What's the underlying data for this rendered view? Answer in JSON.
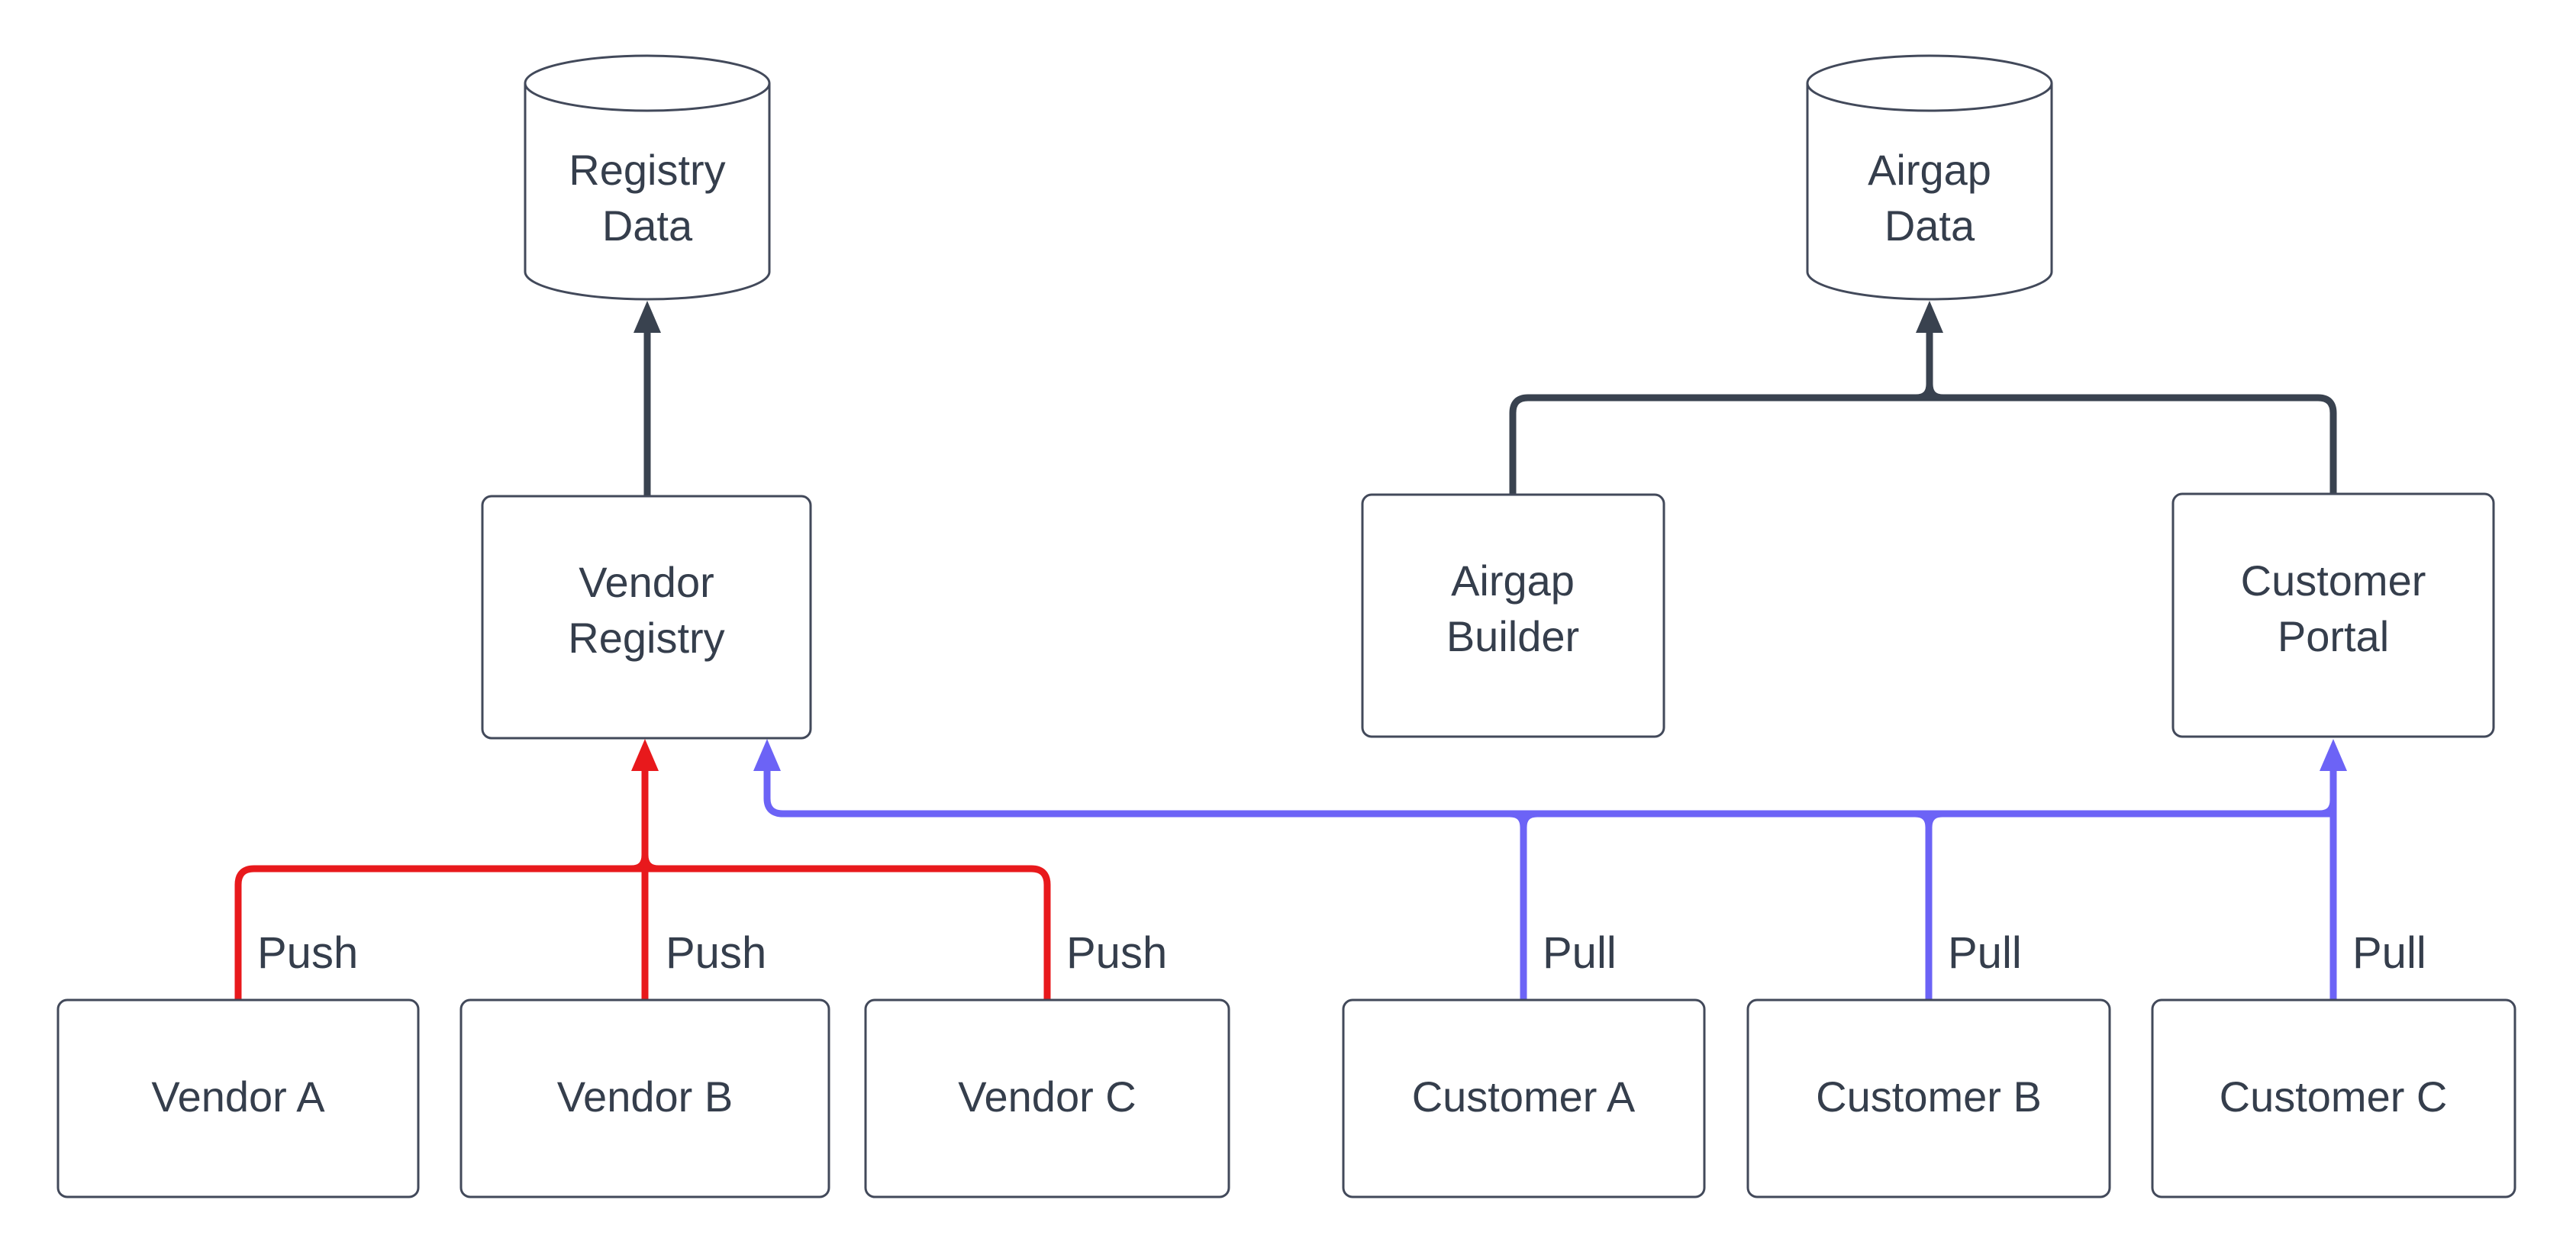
{
  "diagram": {
    "title": "",
    "colors": {
      "push": "#e8191c",
      "pull": "#6c63f6",
      "dark": "#39424f",
      "text": "#353e4c",
      "node_border": "#42495a",
      "node_fill": "#ffffff",
      "background": "#ffffff"
    },
    "nodes": {
      "registry_data": {
        "type": "cylinder",
        "lines": [
          "Registry",
          "Data"
        ]
      },
      "airgap_data": {
        "type": "cylinder",
        "lines": [
          "Airgap",
          "Data"
        ]
      },
      "vendor_registry": {
        "type": "box",
        "lines": [
          "Vendor",
          "Registry"
        ]
      },
      "airgap_builder": {
        "type": "box",
        "lines": [
          "Airgap",
          "Builder"
        ]
      },
      "customer_portal": {
        "type": "box",
        "lines": [
          "Customer",
          "Portal"
        ]
      },
      "vendor_a": {
        "type": "box",
        "lines": [
          "Vendor A"
        ]
      },
      "vendor_b": {
        "type": "box",
        "lines": [
          "Vendor B"
        ]
      },
      "vendor_c": {
        "type": "box",
        "lines": [
          "Vendor C"
        ]
      },
      "customer_a": {
        "type": "box",
        "lines": [
          "Customer A"
        ]
      },
      "customer_b": {
        "type": "box",
        "lines": [
          "Customer B"
        ]
      },
      "customer_c": {
        "type": "box",
        "lines": [
          "Customer C"
        ]
      }
    },
    "edges": [
      {
        "from": "Vendor A",
        "to": "Vendor Registry",
        "label": "Push",
        "color": "push"
      },
      {
        "from": "Vendor B",
        "to": "Vendor Registry",
        "label": "Push",
        "color": "push"
      },
      {
        "from": "Vendor C",
        "to": "Vendor Registry",
        "label": "Push",
        "color": "push"
      },
      {
        "from": "Customer A",
        "to": "Vendor Registry",
        "label": "Pull",
        "color": "pull"
      },
      {
        "from": "Customer B",
        "to": "Vendor Registry",
        "label": "Pull",
        "color": "pull"
      },
      {
        "from": "Customer C",
        "to": "Customer Portal",
        "label": "Pull",
        "color": "pull"
      },
      {
        "from": "Vendor Registry",
        "to": "Registry Data",
        "label": "",
        "color": "dark"
      },
      {
        "from": "Airgap Builder",
        "to": "Airgap Data",
        "label": "",
        "color": "dark"
      },
      {
        "from": "Customer Portal",
        "to": "Airgap Data",
        "label": "",
        "color": "dark"
      }
    ]
  }
}
